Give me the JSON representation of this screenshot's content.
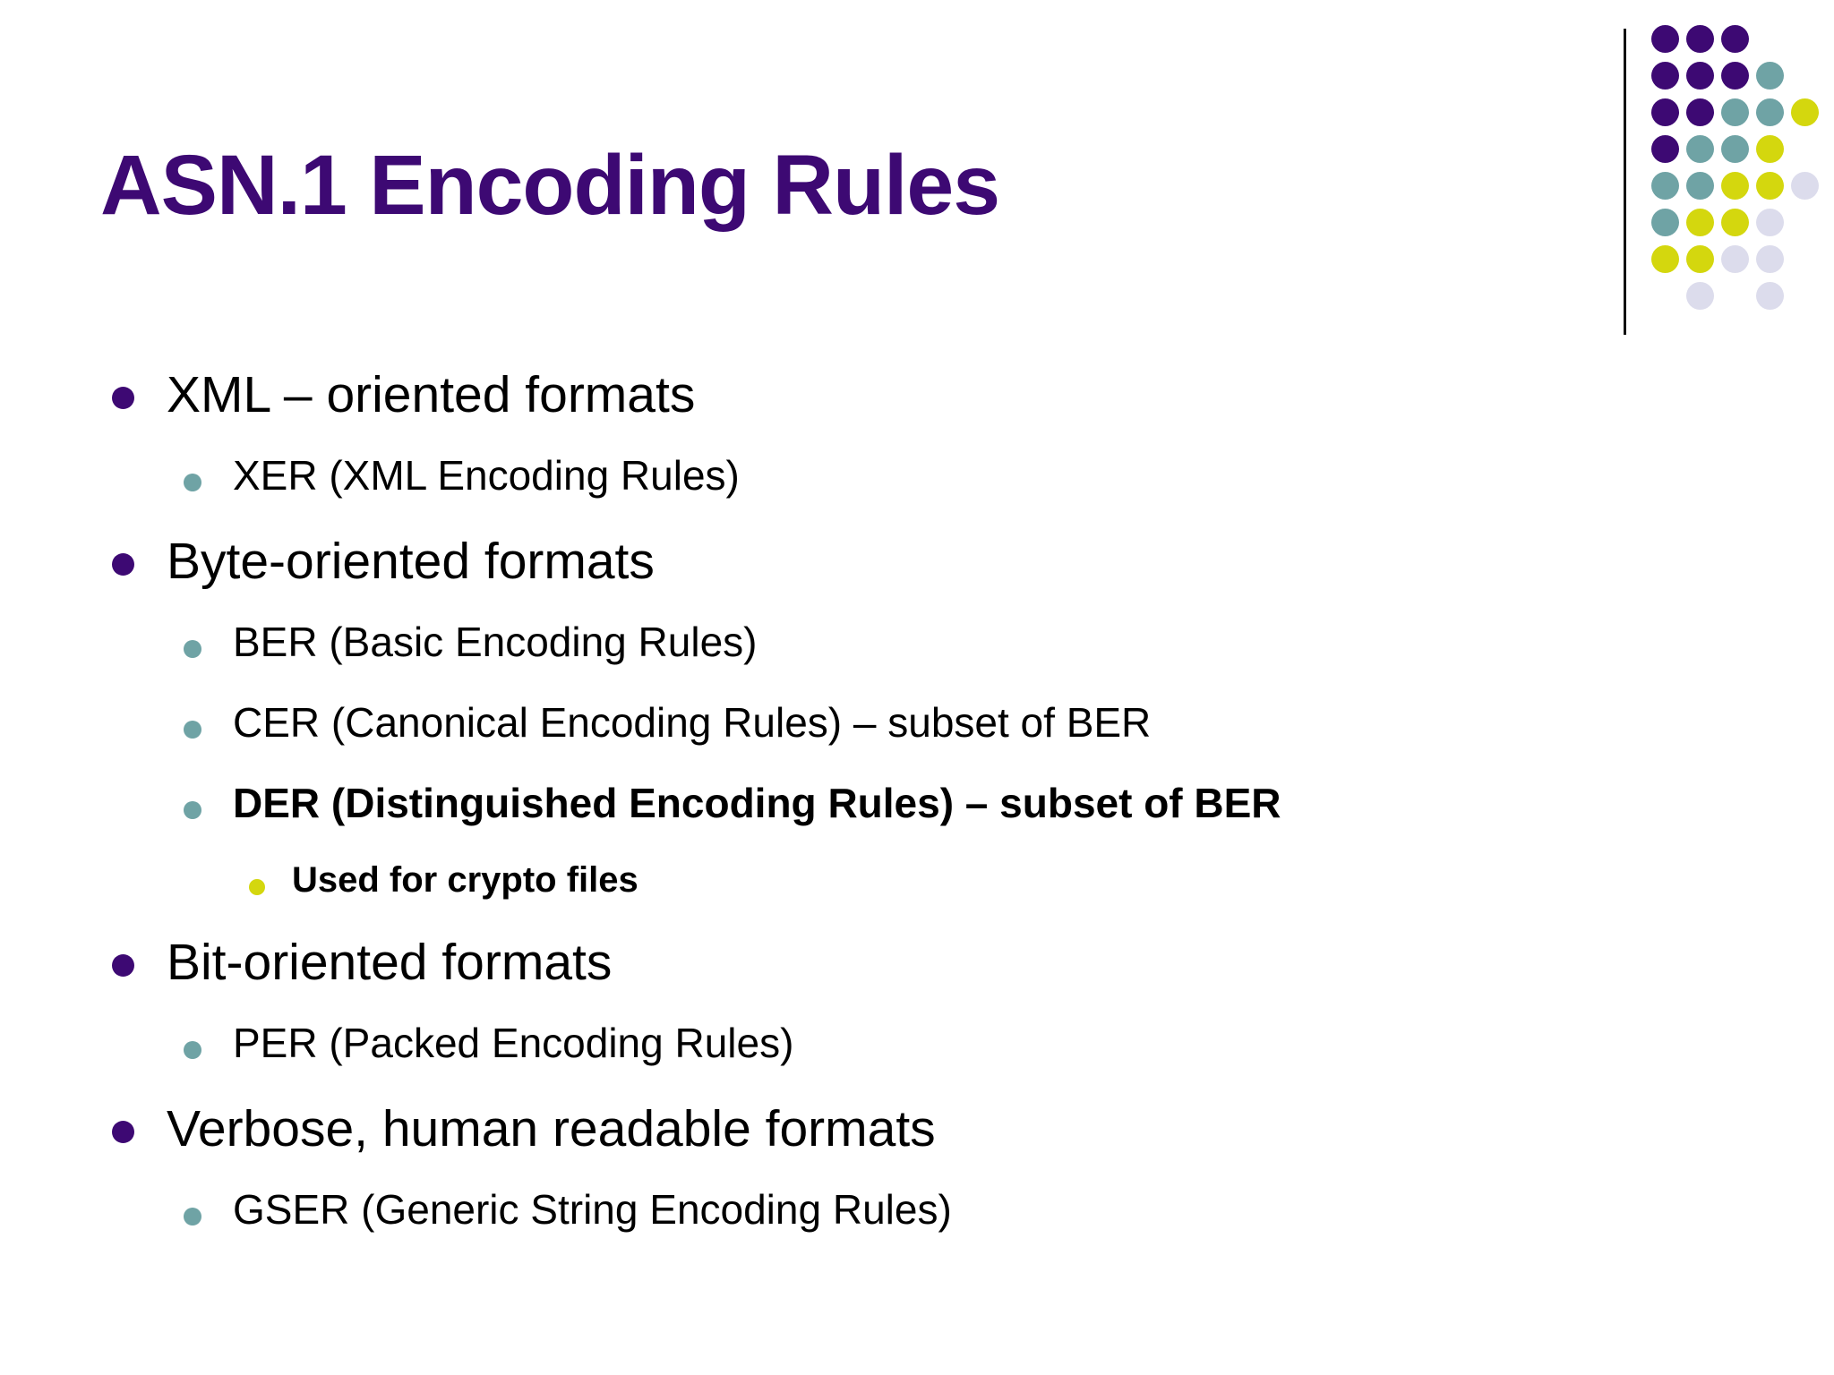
{
  "slide": {
    "title": "ASN.1 Encoding Rules",
    "title_color": "#3D0973",
    "background": "#ffffff",
    "body_text_color": "#000000"
  },
  "logo": {
    "name": "dot-grid-logo",
    "rule_color": "#111111",
    "colors": {
      "purple": "#3D0973",
      "teal": "#6FA3A5",
      "yellow": "#D4D70E",
      "lavender": "#DCDCEC"
    },
    "grid": [
      [
        "purple",
        "purple",
        "purple",
        null,
        null
      ],
      [
        "purple",
        "purple",
        "purple",
        "teal",
        null
      ],
      [
        "purple",
        "purple",
        "teal",
        "teal",
        "yellow"
      ],
      [
        "purple",
        "teal",
        "teal",
        "yellow",
        null
      ],
      [
        "teal",
        "teal",
        "yellow",
        "yellow",
        "lavender"
      ],
      [
        "teal",
        "yellow",
        "yellow",
        "lavender",
        null
      ],
      [
        "yellow",
        "yellow",
        "lavender",
        "lavender",
        null
      ],
      [
        null,
        "lavender",
        null,
        "lavender",
        null
      ]
    ]
  },
  "bullets": [
    {
      "level": 1,
      "text": "XML – oriented formats",
      "bold": false,
      "marker": "purple"
    },
    {
      "level": 2,
      "text": "XER (XML Encoding Rules)",
      "bold": false,
      "marker": "teal"
    },
    {
      "level": 1,
      "text": "Byte-oriented formats",
      "bold": false,
      "marker": "purple"
    },
    {
      "level": 2,
      "text": "BER (Basic Encoding Rules)",
      "bold": false,
      "marker": "teal"
    },
    {
      "level": 2,
      "text": "CER (Canonical Encoding Rules) – subset of BER",
      "bold": false,
      "marker": "teal"
    },
    {
      "level": 2,
      "text": "DER (Distinguished Encoding Rules) – subset of BER",
      "bold": true,
      "marker": "teal"
    },
    {
      "level": 3,
      "text": "Used for crypto files",
      "bold": true,
      "marker": "yellow"
    },
    {
      "level": 1,
      "text": "Bit-oriented formats",
      "bold": false,
      "marker": "purple"
    },
    {
      "level": 2,
      "text": "PER (Packed Encoding Rules)",
      "bold": false,
      "marker": "teal"
    },
    {
      "level": 1,
      "text": "Verbose, human readable formats",
      "bold": false,
      "marker": "purple"
    },
    {
      "level": 2,
      "text": "GSER (Generic String Encoding Rules)",
      "bold": false,
      "marker": "teal"
    }
  ]
}
